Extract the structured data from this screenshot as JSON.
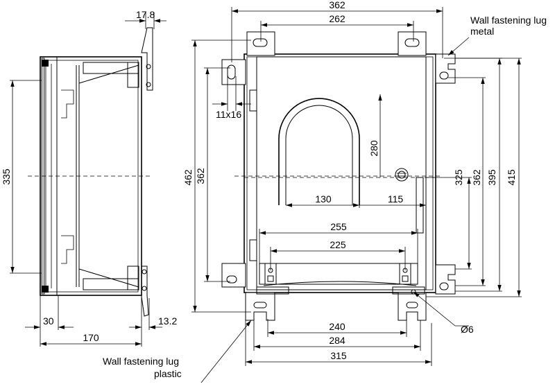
{
  "dimensions": {
    "side": {
      "d_17_8": "17.8",
      "d_335": "335",
      "d_30": "30",
      "d_13_2": "13.2",
      "d_170": "170"
    },
    "front": {
      "d_362_top": "362",
      "d_262": "262",
      "d_11x16": "11x16",
      "d_462": "462",
      "d_362_left": "362",
      "d_280": "280",
      "d_130": "130",
      "d_115": "115",
      "d_255": "255",
      "d_225": "225",
      "d_240": "240",
      "d_284": "284",
      "d_315": "315",
      "d_325": "325",
      "d_362_right": "362",
      "d_395": "395",
      "d_415": "415",
      "d_hole": "Ø6"
    }
  },
  "callouts": {
    "metal_line1": "Wall fastening lug",
    "metal_line2": "metal",
    "plastic_line1": "Wall fastening lug",
    "plastic_line2": "plastic"
  }
}
